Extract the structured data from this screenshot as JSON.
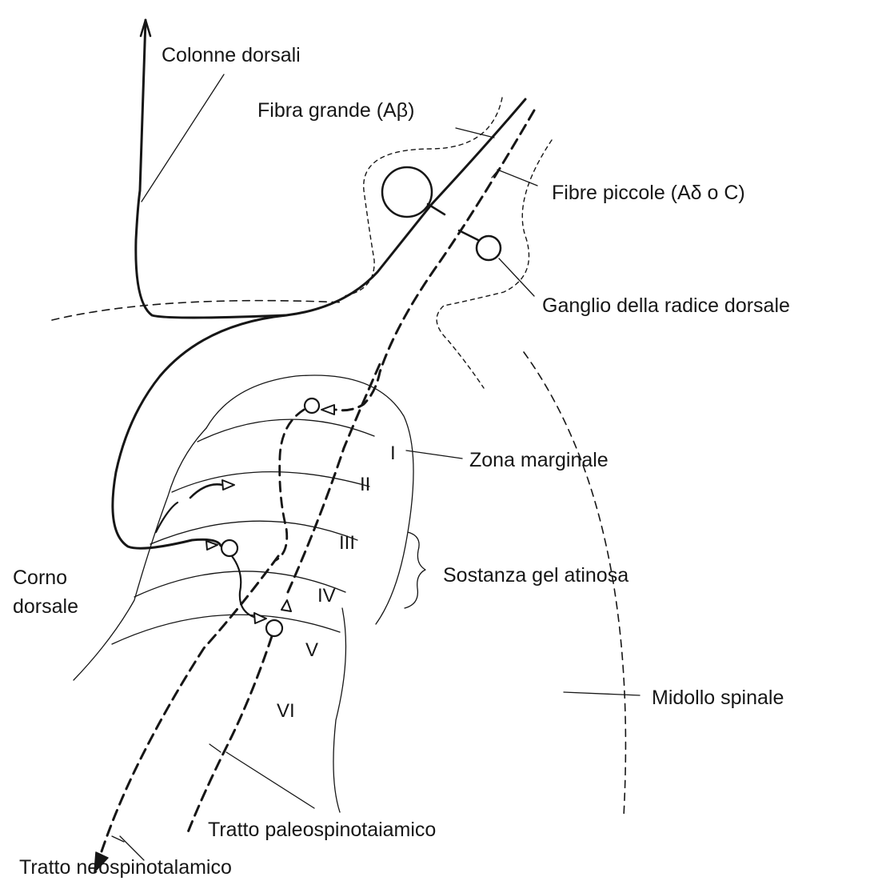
{
  "labels": {
    "colonne_dorsali": "Colonne dorsali",
    "fibra_grande": "Fibra grande (Aβ)",
    "fibre_piccole": "Fibre piccole (Aδ o C)",
    "ganglio": "Ganglio della radice dorsale",
    "zona_marginale": "Zona marginale",
    "sostanza_gelatinosa": "Sostanza gel atinosa",
    "corno_line1": "Corno",
    "corno_line2": "dorsale",
    "midollo_spinale": "Midollo spinale",
    "paleospinotalamico": "Tratto paleospinotaiamico",
    "neospinotalamico": "Tratto neospinotalamico"
  },
  "laminae": [
    "I",
    "II",
    "III",
    "IV",
    "V",
    "VI"
  ]
}
